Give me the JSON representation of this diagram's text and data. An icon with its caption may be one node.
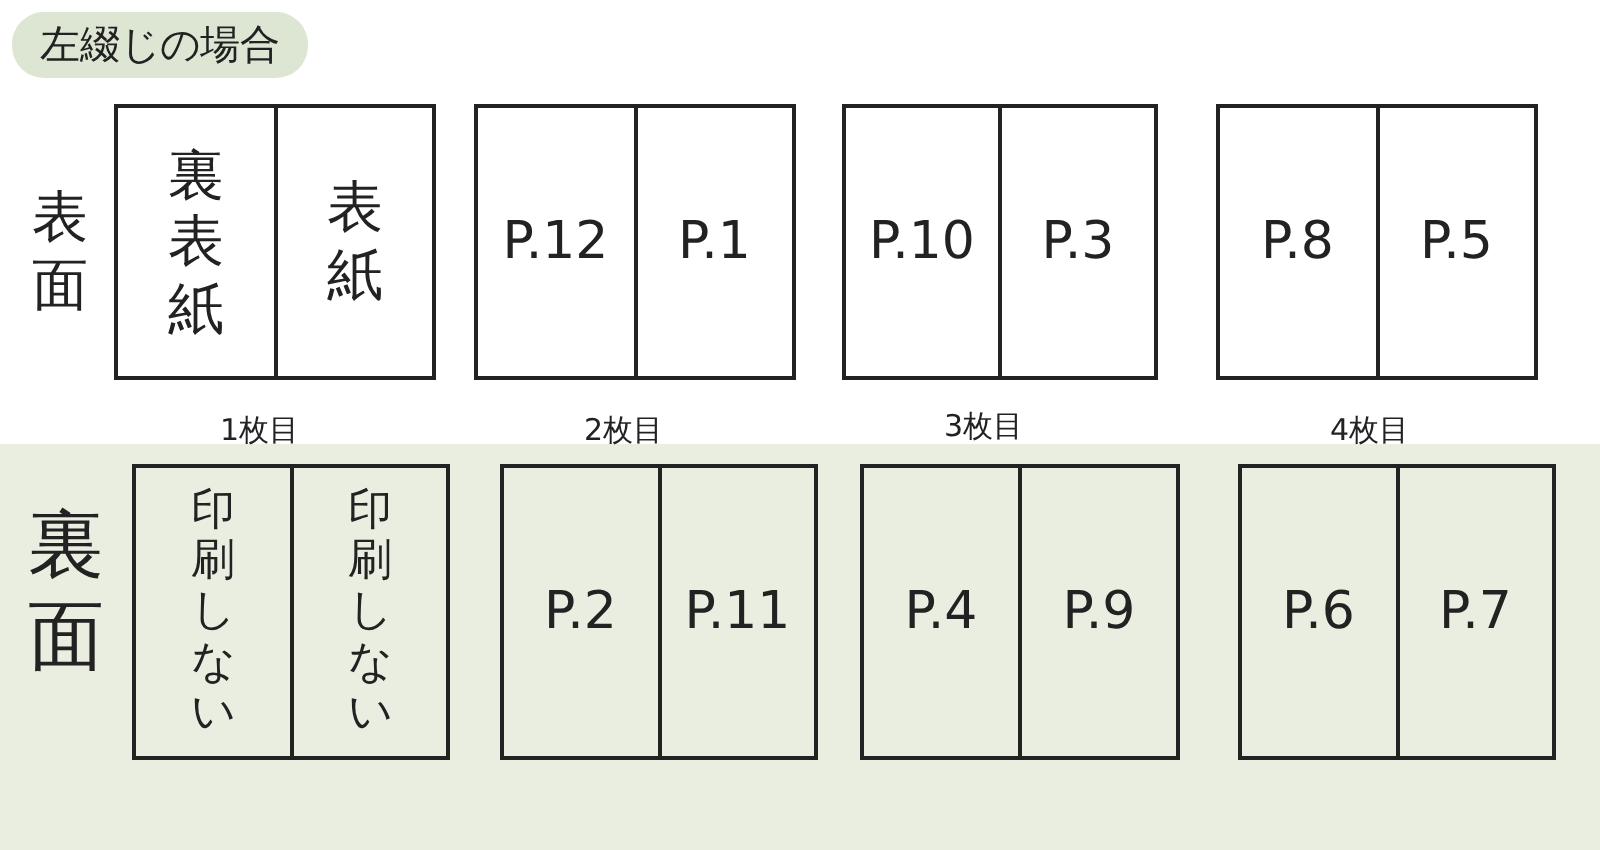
{
  "diagram": {
    "title": "左綴じの場合",
    "nodes": [
      {
        "text": [],
        "shape": "box"
      },
      {
        "text": [
          "裏表紙"
        ],
        "in": 0
      },
      {
        "text": [
          "表紙"
        ],
        "in": 0
      },
      {
        "text": [],
        "shape": "box"
      },
      {
        "text": [
          "P.12"
        ],
        "in": 3
      },
      {
        "text": [
          "P.1"
        ],
        "in": 3
      },
      {
        "text": [],
        "shape": "box"
      },
      {
        "text": [
          "P.10"
        ],
        "in": 6
      },
      {
        "text": [
          "P.3"
        ],
        "in": 6
      },
      {
        "text": [],
        "shape": "box"
      },
      {
        "text": [
          "P.8"
        ],
        "in": 9
      },
      {
        "text": [
          "P.5"
        ],
        "in": 9
      },
      {
        "text": [],
        "shape": "box"
      },
      {
        "text": [
          "印刷しない"
        ],
        "in": 12
      },
      {
        "text": [
          "印刷しない"
        ],
        "in": 12
      },
      {
        "text": [],
        "shape": "box"
      },
      {
        "text": [
          "P.2"
        ],
        "in": 15
      },
      {
        "text": [
          "P.11"
        ],
        "in": 15
      },
      {
        "text": [],
        "shape": "box"
      },
      {
        "text": [
          "P.4"
        ],
        "in": 18
      },
      {
        "text": [
          "P.9"
        ],
        "in": 18
      },
      {
        "text": [],
        "shape": "box"
      },
      {
        "text": [
          "P.6"
        ],
        "in": 21
      },
      {
        "text": [
          "P.7"
        ],
        "in": 21
      }
    ],
    "labels": [
      "表面",
      "1枚目",
      "2枚目",
      "3枚目",
      "4枚目",
      "裏面"
    ]
  }
}
